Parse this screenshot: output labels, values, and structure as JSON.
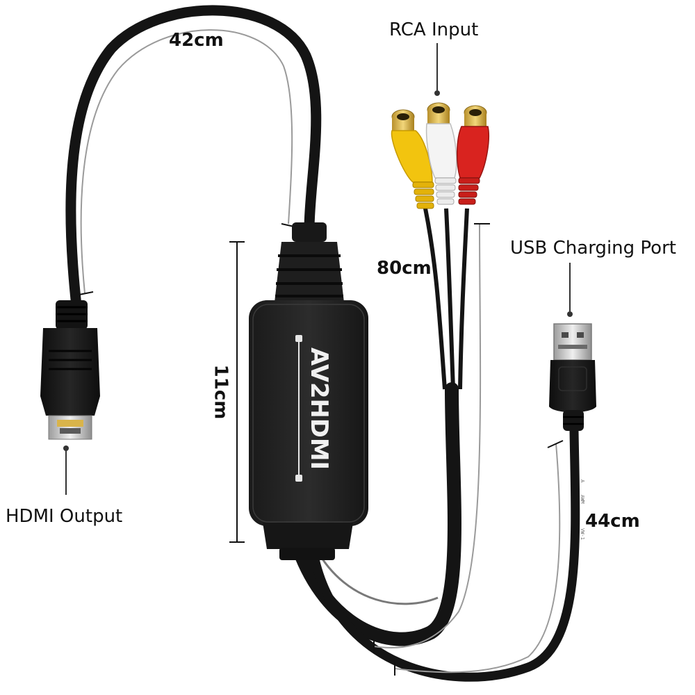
{
  "labels": {
    "hdmi_output": "HDMI Output",
    "rca_input": "RCA Input",
    "usb_charging_port": "USB Charging Port"
  },
  "dimensions": {
    "hdmi_cable_length": "42cm",
    "rca_cable_length": "80cm",
    "usb_cable_length": "44cm",
    "box_height": "11cm"
  },
  "device": {
    "brand_text": "AV2HDMI"
  },
  "rca_connectors": [
    {
      "name": "yellow",
      "color": "#f2c40f"
    },
    {
      "name": "white",
      "color": "#f4f4f4"
    },
    {
      "name": "red",
      "color": "#d9231f"
    }
  ],
  "colors": {
    "cable": "#141414",
    "box": "#222222",
    "gold": "#d9b44a",
    "measure_line": "#9a9a9a"
  }
}
